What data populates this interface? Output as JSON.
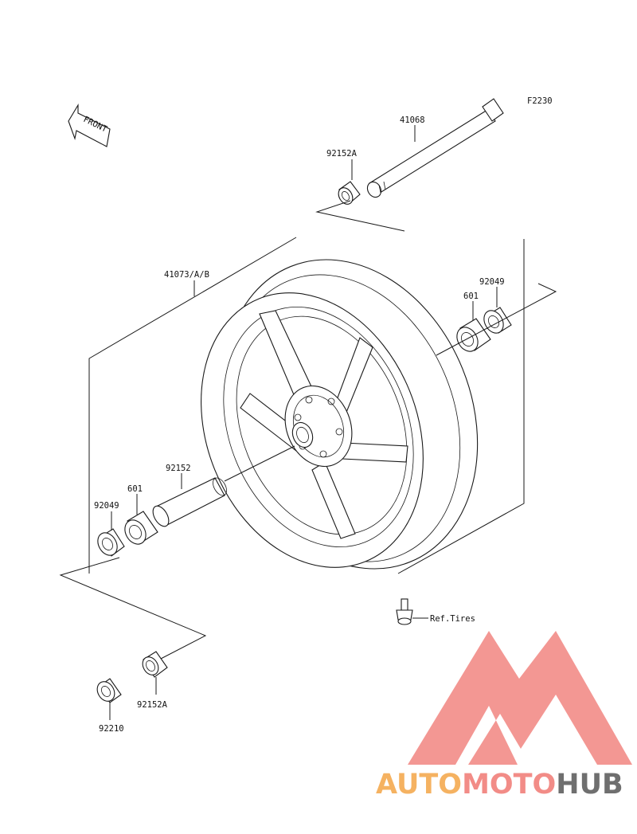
{
  "diagram": {
    "code": "F2230",
    "front_label": "FRONT",
    "ref_label": "Ref.Tires",
    "parts": {
      "axle": "41068",
      "collar_upper": "92152A",
      "wheel": "41073/A/B",
      "seal_right": "92049",
      "bearing_right": "601",
      "spacer": "92152",
      "bearing_left": "601",
      "seal_left": "92049",
      "collar_lower": "92152A",
      "nut": "92210"
    }
  },
  "watermark": {
    "brand_part1": "AUTO",
    "brand_part2": "MOTO",
    "brand_part3": "HUB",
    "colors": {
      "logo": "#f28c87",
      "auto": "#f5b261",
      "moto": "#f28c87",
      "hub": "#6f6f6f"
    }
  }
}
